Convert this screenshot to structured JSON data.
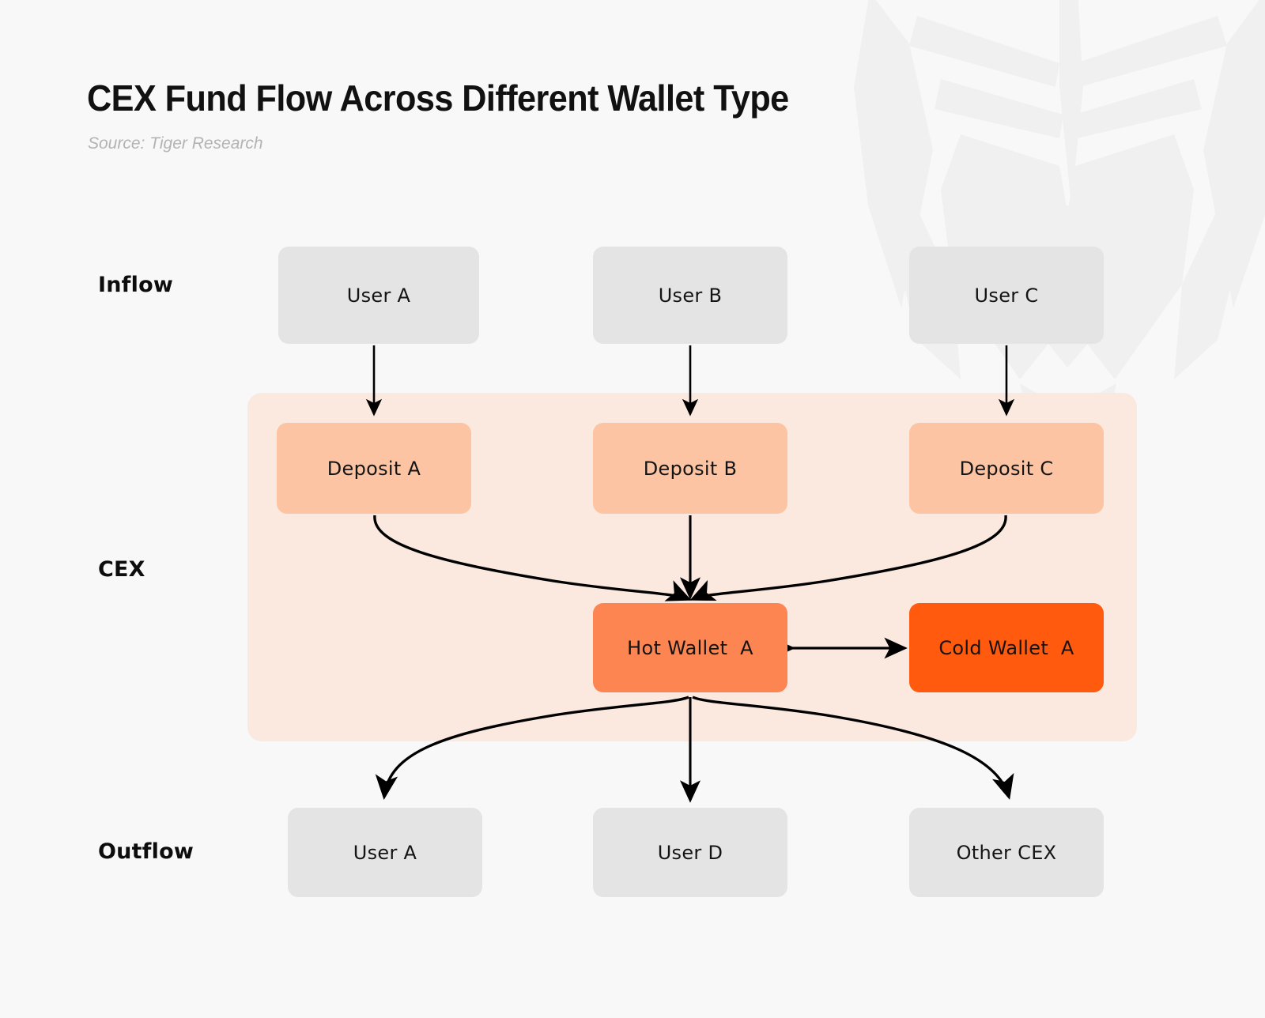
{
  "header": {
    "title": "CEX Fund Flow Across Different Wallet Type",
    "source": "Source: Tiger Research"
  },
  "rows": {
    "inflow_label": "Inflow",
    "cex_label": "CEX",
    "outflow_label": "Outflow"
  },
  "colors": {
    "page_bg": "#f8f8f8",
    "cex_band": "#fbe9e0",
    "node_gray": "#e4e4e4",
    "node_peach": "#fcc4a2",
    "node_orange": "#fd8551",
    "node_deep_orange": "#ff5a0e",
    "arrow": "#000000",
    "title": "#111111",
    "source": "#b3b3b3",
    "watermark": "#f0f0f0"
  },
  "chart_data": {
    "type": "diagram",
    "title": "CEX Fund Flow Across Different Wallet Type",
    "subtitle": "Source: Tiger Research",
    "lanes": [
      "Inflow",
      "CEX",
      "Outflow"
    ],
    "nodes": [
      {
        "id": "user_a_in",
        "label": "User A",
        "lane": "Inflow",
        "style": "gray"
      },
      {
        "id": "user_b_in",
        "label": "User B",
        "lane": "Inflow",
        "style": "gray"
      },
      {
        "id": "user_c_in",
        "label": "User C",
        "lane": "Inflow",
        "style": "gray"
      },
      {
        "id": "deposit_a",
        "label": "Deposit A",
        "lane": "CEX",
        "style": "peach"
      },
      {
        "id": "deposit_b",
        "label": "Deposit B",
        "lane": "CEX",
        "style": "peach"
      },
      {
        "id": "deposit_c",
        "label": "Deposit C",
        "lane": "CEX",
        "style": "peach"
      },
      {
        "id": "hot_wallet",
        "label": "Hot Wallet  A",
        "lane": "CEX",
        "style": "orange"
      },
      {
        "id": "cold_wallet",
        "label": "Cold Wallet  A",
        "lane": "CEX",
        "style": "deep"
      },
      {
        "id": "user_a_out",
        "label": "User A",
        "lane": "Outflow",
        "style": "gray"
      },
      {
        "id": "user_d_out",
        "label": "User D",
        "lane": "Outflow",
        "style": "gray"
      },
      {
        "id": "other_cex",
        "label": "Other CEX",
        "lane": "Outflow",
        "style": "gray"
      }
    ],
    "edges": [
      {
        "from": "user_a_in",
        "to": "deposit_a",
        "shape": "straight",
        "direction": "one-way"
      },
      {
        "from": "user_b_in",
        "to": "deposit_b",
        "shape": "straight",
        "direction": "one-way"
      },
      {
        "from": "user_c_in",
        "to": "deposit_c",
        "shape": "straight",
        "direction": "one-way"
      },
      {
        "from": "deposit_a",
        "to": "hot_wallet",
        "shape": "curved",
        "direction": "one-way"
      },
      {
        "from": "deposit_b",
        "to": "hot_wallet",
        "shape": "straight",
        "direction": "one-way"
      },
      {
        "from": "deposit_c",
        "to": "hot_wallet",
        "shape": "curved",
        "direction": "one-way"
      },
      {
        "from": "hot_wallet",
        "to": "cold_wallet",
        "shape": "straight",
        "direction": "two-way"
      },
      {
        "from": "hot_wallet",
        "to": "user_a_out",
        "shape": "curved",
        "direction": "one-way"
      },
      {
        "from": "hot_wallet",
        "to": "user_d_out",
        "shape": "straight",
        "direction": "one-way"
      },
      {
        "from": "hot_wallet",
        "to": "other_cex",
        "shape": "curved",
        "direction": "one-way"
      }
    ]
  }
}
